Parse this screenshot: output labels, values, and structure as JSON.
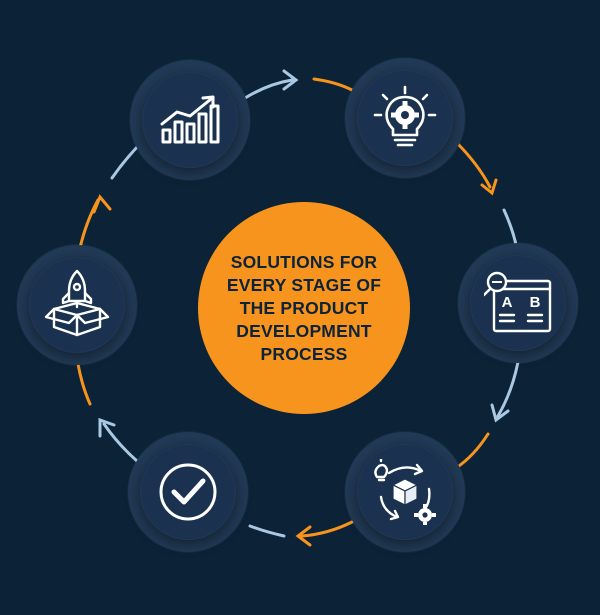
{
  "center": {
    "title": "SOLUTIONS FOR EVERY STAGE OF THE PRODUCT DEVELOPMENT PROCESS"
  },
  "nodes": {
    "top_left": {
      "icon": "growth-chart-icon"
    },
    "top_right": {
      "icon": "lightbulb-gear-icon"
    },
    "right": {
      "icon": "ab-test-search-icon",
      "letter_a": "A",
      "letter_b": "B"
    },
    "bottom_right": {
      "icon": "product-cycle-icon"
    },
    "bottom_left": {
      "icon": "checkmark-icon"
    },
    "left": {
      "icon": "rocket-box-icon"
    }
  },
  "colors": {
    "background": "#0c2237",
    "node": "#1a3250",
    "accent_orange": "#f7941d",
    "accent_light_blue": "#a9c8e2"
  }
}
